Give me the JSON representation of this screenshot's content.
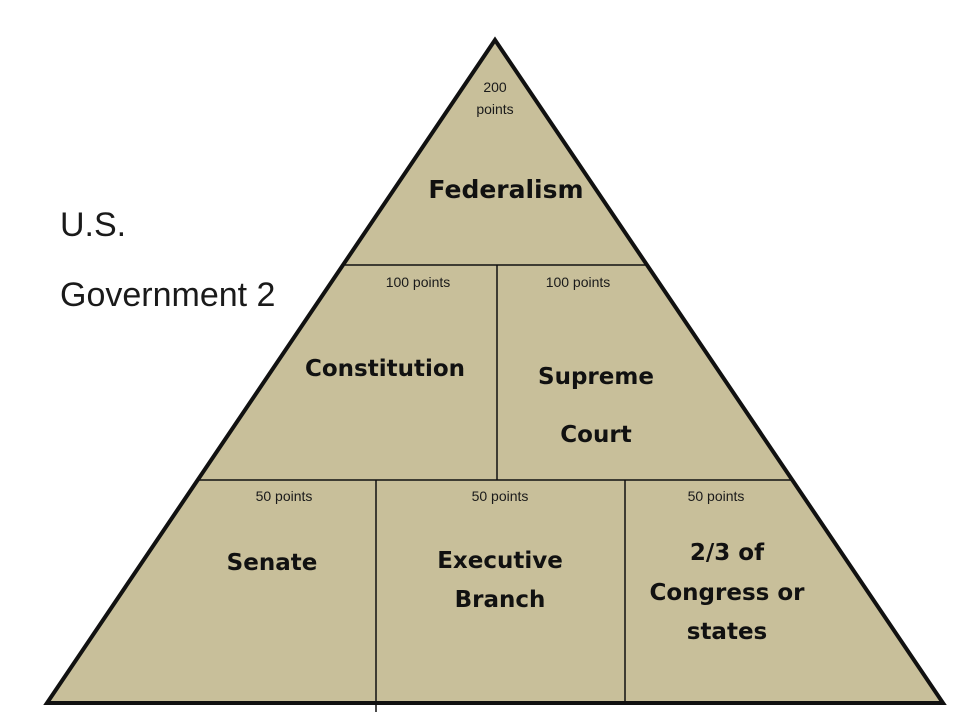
{
  "title": {
    "line1": "U.S.",
    "line2": "Government 2"
  },
  "colors": {
    "fill": "#c8bf9a",
    "stroke": "#111111"
  },
  "pyramid": {
    "top": {
      "points_line1": "200",
      "points_line2": "points",
      "label": "Federalism"
    },
    "middle": [
      {
        "points": "100 points",
        "label_lines": [
          "Constitution"
        ]
      },
      {
        "points": "100 points",
        "label_lines": [
          "Supreme",
          "Court"
        ]
      }
    ],
    "bottom": [
      {
        "points": "50 points",
        "label_lines": [
          "Senate"
        ]
      },
      {
        "points": "50 points",
        "label_lines": [
          "Executive",
          "Branch"
        ]
      },
      {
        "points": "50 points",
        "label_lines": [
          "2/3 of",
          "Congress or",
          "states"
        ]
      }
    ]
  }
}
